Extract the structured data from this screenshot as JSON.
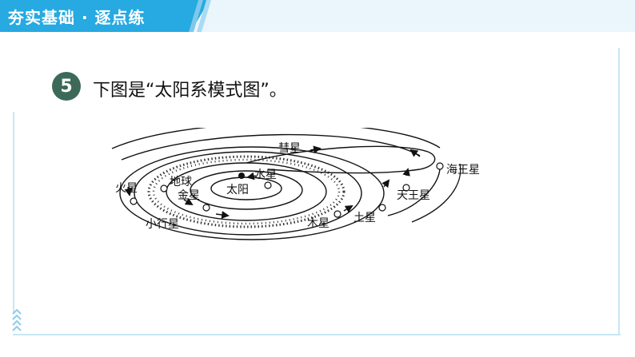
{
  "header": {
    "title": "夯实基础 · 逐点练"
  },
  "question": {
    "number": "5",
    "text": "下图是“太阳系模式图”。"
  },
  "diagram": {
    "labels": {
      "comet": "彗星",
      "mercury": "水星",
      "earth": "地球",
      "mars": "火星",
      "venus": "金星",
      "sun": "太阳",
      "asteroid": "小行星",
      "jupiter": "木星",
      "saturn": "土星",
      "uranus": "天王星",
      "neptune": "海王星"
    }
  }
}
